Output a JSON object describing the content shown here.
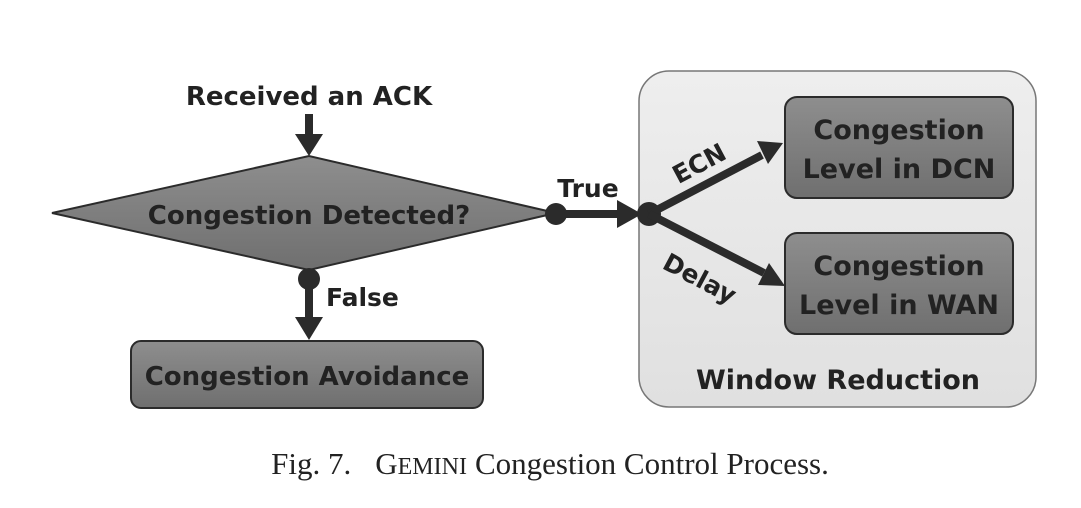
{
  "diagram": {
    "start_label": "Received an ACK",
    "decision_label": "Congestion Detected?",
    "true_label": "True",
    "false_label": "False",
    "avoidance_label": "Congestion Avoidance",
    "group_label": "Window Reduction",
    "ecn_label": "ECN",
    "delay_label": "Delay",
    "dcn_box": {
      "line1": "Congestion",
      "line2": "Level in DCN"
    },
    "wan_box": {
      "line1": "Congestion",
      "line2": "Level in WAN"
    }
  },
  "caption": {
    "prefix": "Fig. 7.",
    "name_first": "G",
    "name_rest": "EMINI",
    "suffix": "Congestion Control Process."
  },
  "colors": {
    "node_fill": "#808080",
    "group_fill": "#e6e6e6",
    "stroke": "#2b2b2b"
  }
}
